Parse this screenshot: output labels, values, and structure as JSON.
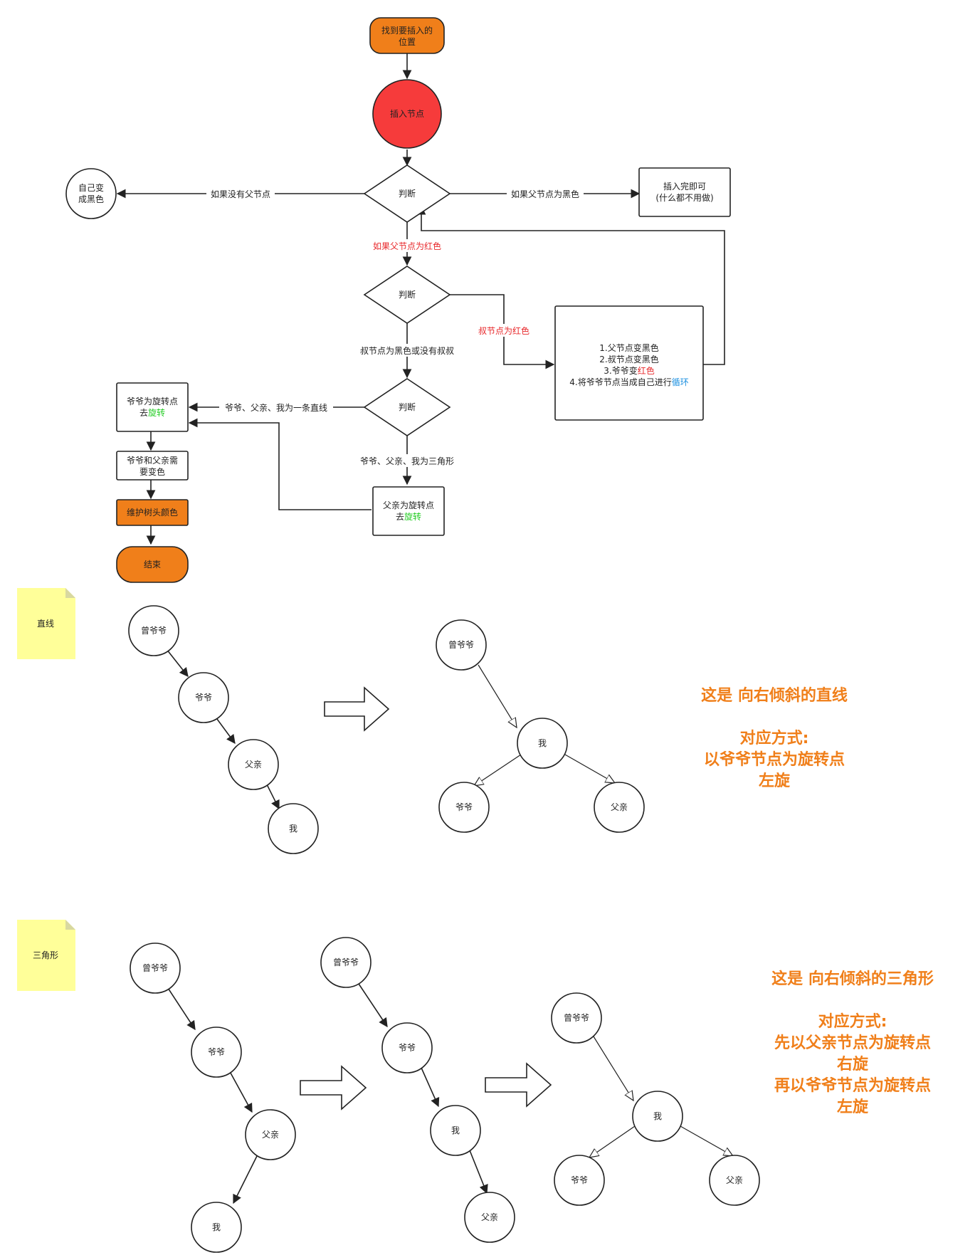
{
  "flowchart": {
    "start": "找到要插入的\n位置",
    "insert": "插入节点",
    "decision1": "判断",
    "decision2": "判断",
    "decision3": "判断",
    "self_black": "自己变\n成黑色",
    "done": "插入完即可\n(什么都不用做)",
    "edge_no_parent": "如果没有父节点",
    "edge_parent_black": "如果父节点为黑色",
    "edge_parent_red": "如果父节点为红色",
    "edge_uncle_red": "叔节点为红色",
    "edge_uncle_black": "叔节点为黑色或没有叔叔",
    "edge_line": "爷爷、父亲、我为一条直线",
    "edge_triangle": "爷爷、父亲、我为三角形",
    "recolor_box": {
      "line1": "1.父节点变黑色",
      "line2": "2.叔节点变黑色",
      "line3_prefix": "3.爷爷变",
      "line3_red": "红色",
      "line4_prefix": "4.将爷爷节点当成自己进行",
      "line4_loop": "循环"
    },
    "rotate_grand": {
      "line1": "爷爷为旋转点",
      "line2_prefix": "去",
      "line2_green": "旋转"
    },
    "rotate_parent": {
      "line1": "父亲为旋转点",
      "line2_prefix": "去",
      "line2_green": "旋转"
    },
    "recolor_grand_parent": "爷爷和父亲需\n要变色",
    "maintain_root": "维护树头颜色",
    "end": "结束"
  },
  "section_line": {
    "note": "直线",
    "before": {
      "ggf": "曾爷爷",
      "gf": "爷爷",
      "father": "父亲",
      "me": "我"
    },
    "after": {
      "ggf": "曾爷爷",
      "me": "我",
      "gf": "爷爷",
      "father": "父亲"
    },
    "desc": [
      "这是 向右倾斜的直线",
      "",
      "对应方式:",
      "以爷爷节点为旋转点",
      "左旋"
    ]
  },
  "section_triangle": {
    "note": "三角形",
    "before": {
      "ggf": "曾爷爷",
      "gf": "爷爷",
      "father": "父亲",
      "me": "我"
    },
    "middle": {
      "ggf": "曾爷爷",
      "gf": "爷爷",
      "me": "我",
      "father": "父亲"
    },
    "after": {
      "ggf": "曾爷爷",
      "me": "我",
      "gf": "爷爷",
      "father": "父亲"
    },
    "desc": [
      "这是 向右倾斜的三角形",
      "",
      "对应方式:",
      "先以父亲节点为旋转点",
      "右旋",
      "再以爷爷节点为旋转点",
      "左旋"
    ]
  },
  "colors": {
    "orange": "#f07f1a",
    "red": "#f63b3b",
    "sticky": "#ffff99",
    "green": "#22cc22",
    "blue": "#1a8fe0",
    "label_red": "#e8282b"
  }
}
